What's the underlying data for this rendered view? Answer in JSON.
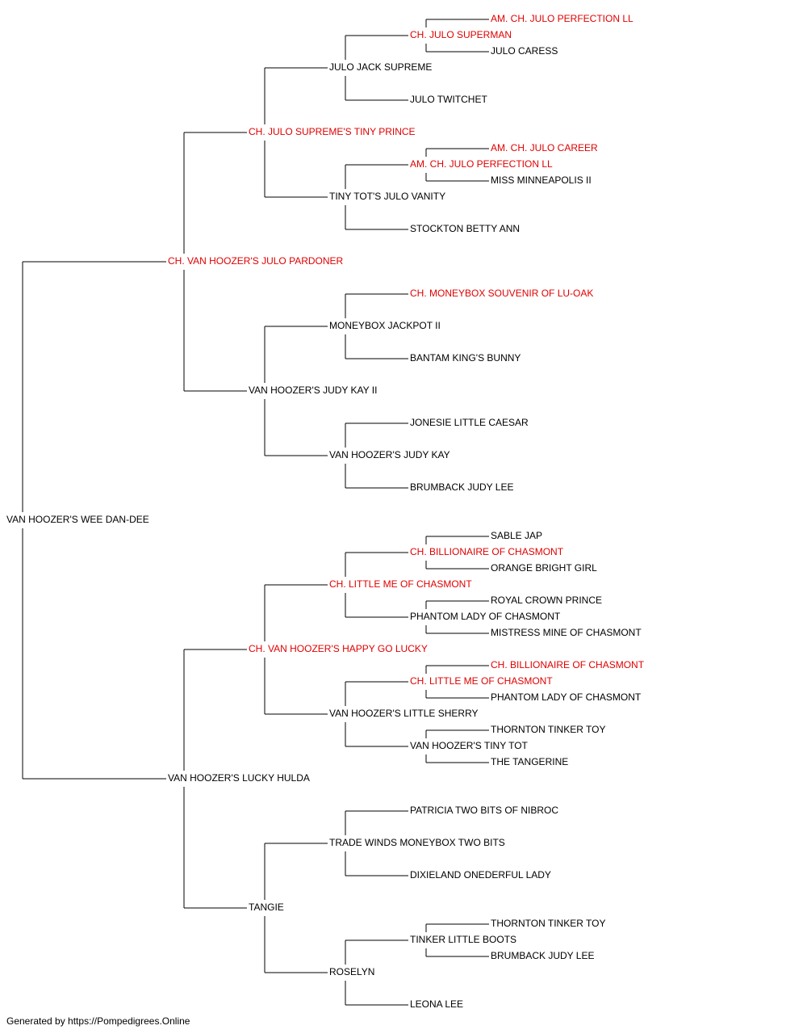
{
  "colors": {
    "champion": "#e00000",
    "normal": "#000000",
    "line": "#000000"
  },
  "footer": "Generated by https://Pompedigrees.Online",
  "pedigree": {
    "name": "VAN HOOZER'S WEE DAN-DEE",
    "champion": false,
    "sire": {
      "name": "CH. VAN HOOZER'S JULO PARDONER",
      "champion": true,
      "sire": {
        "name": "CH. JULO SUPREME'S TINY PRINCE",
        "champion": true,
        "sire": {
          "name": "JULO JACK SUPREME",
          "champion": false,
          "sire": {
            "name": "CH. JULO SUPERMAN",
            "champion": true,
            "sire": {
              "name": "AM. CH. JULO PERFECTION LL",
              "champion": true
            },
            "dam": {
              "name": "JULO CARESS",
              "champion": false
            }
          },
          "dam": {
            "name": "JULO TWITCHET",
            "champion": false
          }
        },
        "dam": {
          "name": "TINY TOT'S JULO VANITY",
          "champion": false,
          "sire": {
            "name": "AM. CH. JULO PERFECTION LL",
            "champion": true,
            "sire": {
              "name": "AM. CH. JULO CAREER",
              "champion": true
            },
            "dam": {
              "name": "MISS MINNEAPOLIS II",
              "champion": false
            }
          },
          "dam": {
            "name": "STOCKTON BETTY ANN",
            "champion": false
          }
        }
      },
      "dam": {
        "name": "VAN HOOZER'S JUDY KAY II",
        "champion": false,
        "sire": {
          "name": "MONEYBOX JACKPOT II",
          "champion": false,
          "sire": {
            "name": "CH. MONEYBOX SOUVENIR OF LU-OAK",
            "champion": true
          },
          "dam": {
            "name": "BANTAM KING'S BUNNY",
            "champion": false
          }
        },
        "dam": {
          "name": "VAN HOOZER'S JUDY KAY",
          "champion": false,
          "sire": {
            "name": "JONESIE LITTLE CAESAR",
            "champion": false
          },
          "dam": {
            "name": "BRUMBACK JUDY LEE",
            "champion": false
          }
        }
      }
    },
    "dam": {
      "name": "VAN HOOZER'S LUCKY HULDA",
      "champion": false,
      "sire": {
        "name": "CH. VAN HOOZER'S HAPPY GO LUCKY",
        "champion": true,
        "sire": {
          "name": "CH. LITTLE ME OF CHASMONT",
          "champion": true,
          "sire": {
            "name": "CH. BILLIONAIRE OF CHASMONT",
            "champion": true,
            "sire": {
              "name": "SABLE JAP",
              "champion": false
            },
            "dam": {
              "name": "ORANGE BRIGHT GIRL",
              "champion": false
            }
          },
          "dam": {
            "name": "PHANTOM LADY OF CHASMONT",
            "champion": false,
            "sire": {
              "name": "ROYAL CROWN PRINCE",
              "champion": false
            },
            "dam": {
              "name": "MISTRESS MINE OF CHASMONT",
              "champion": false
            }
          }
        },
        "dam": {
          "name": "VAN HOOZER'S LITTLE SHERRY",
          "champion": false,
          "sire": {
            "name": "CH. LITTLE ME OF CHASMONT",
            "champion": true,
            "sire": {
              "name": "CH. BILLIONAIRE OF CHASMONT",
              "champion": true
            },
            "dam": {
              "name": "PHANTOM LADY OF CHASMONT",
              "champion": false
            }
          },
          "dam": {
            "name": "VAN HOOZER'S TINY TOT",
            "champion": false,
            "sire": {
              "name": "THORNTON TINKER TOY",
              "champion": false
            },
            "dam": {
              "name": "THE TANGERINE",
              "champion": false
            }
          }
        }
      },
      "dam": {
        "name": "TANGIE",
        "champion": false,
        "sire": {
          "name": "TRADE WINDS MONEYBOX TWO BITS",
          "champion": false,
          "sire": {
            "name": "PATRICIA TWO BITS OF NIBROC",
            "champion": false
          },
          "dam": {
            "name": "DIXIELAND ONEDERFUL LADY",
            "champion": false
          }
        },
        "dam": {
          "name": "ROSELYN",
          "champion": false,
          "sire": {
            "name": "TINKER LITTLE BOOTS",
            "champion": false,
            "sire": {
              "name": "THORNTON TINKER TOY",
              "champion": false
            },
            "dam": {
              "name": "BRUMBACK JUDY LEE",
              "champion": false
            }
          },
          "dam": {
            "name": "LEONA LEE",
            "champion": false
          }
        }
      }
    }
  }
}
